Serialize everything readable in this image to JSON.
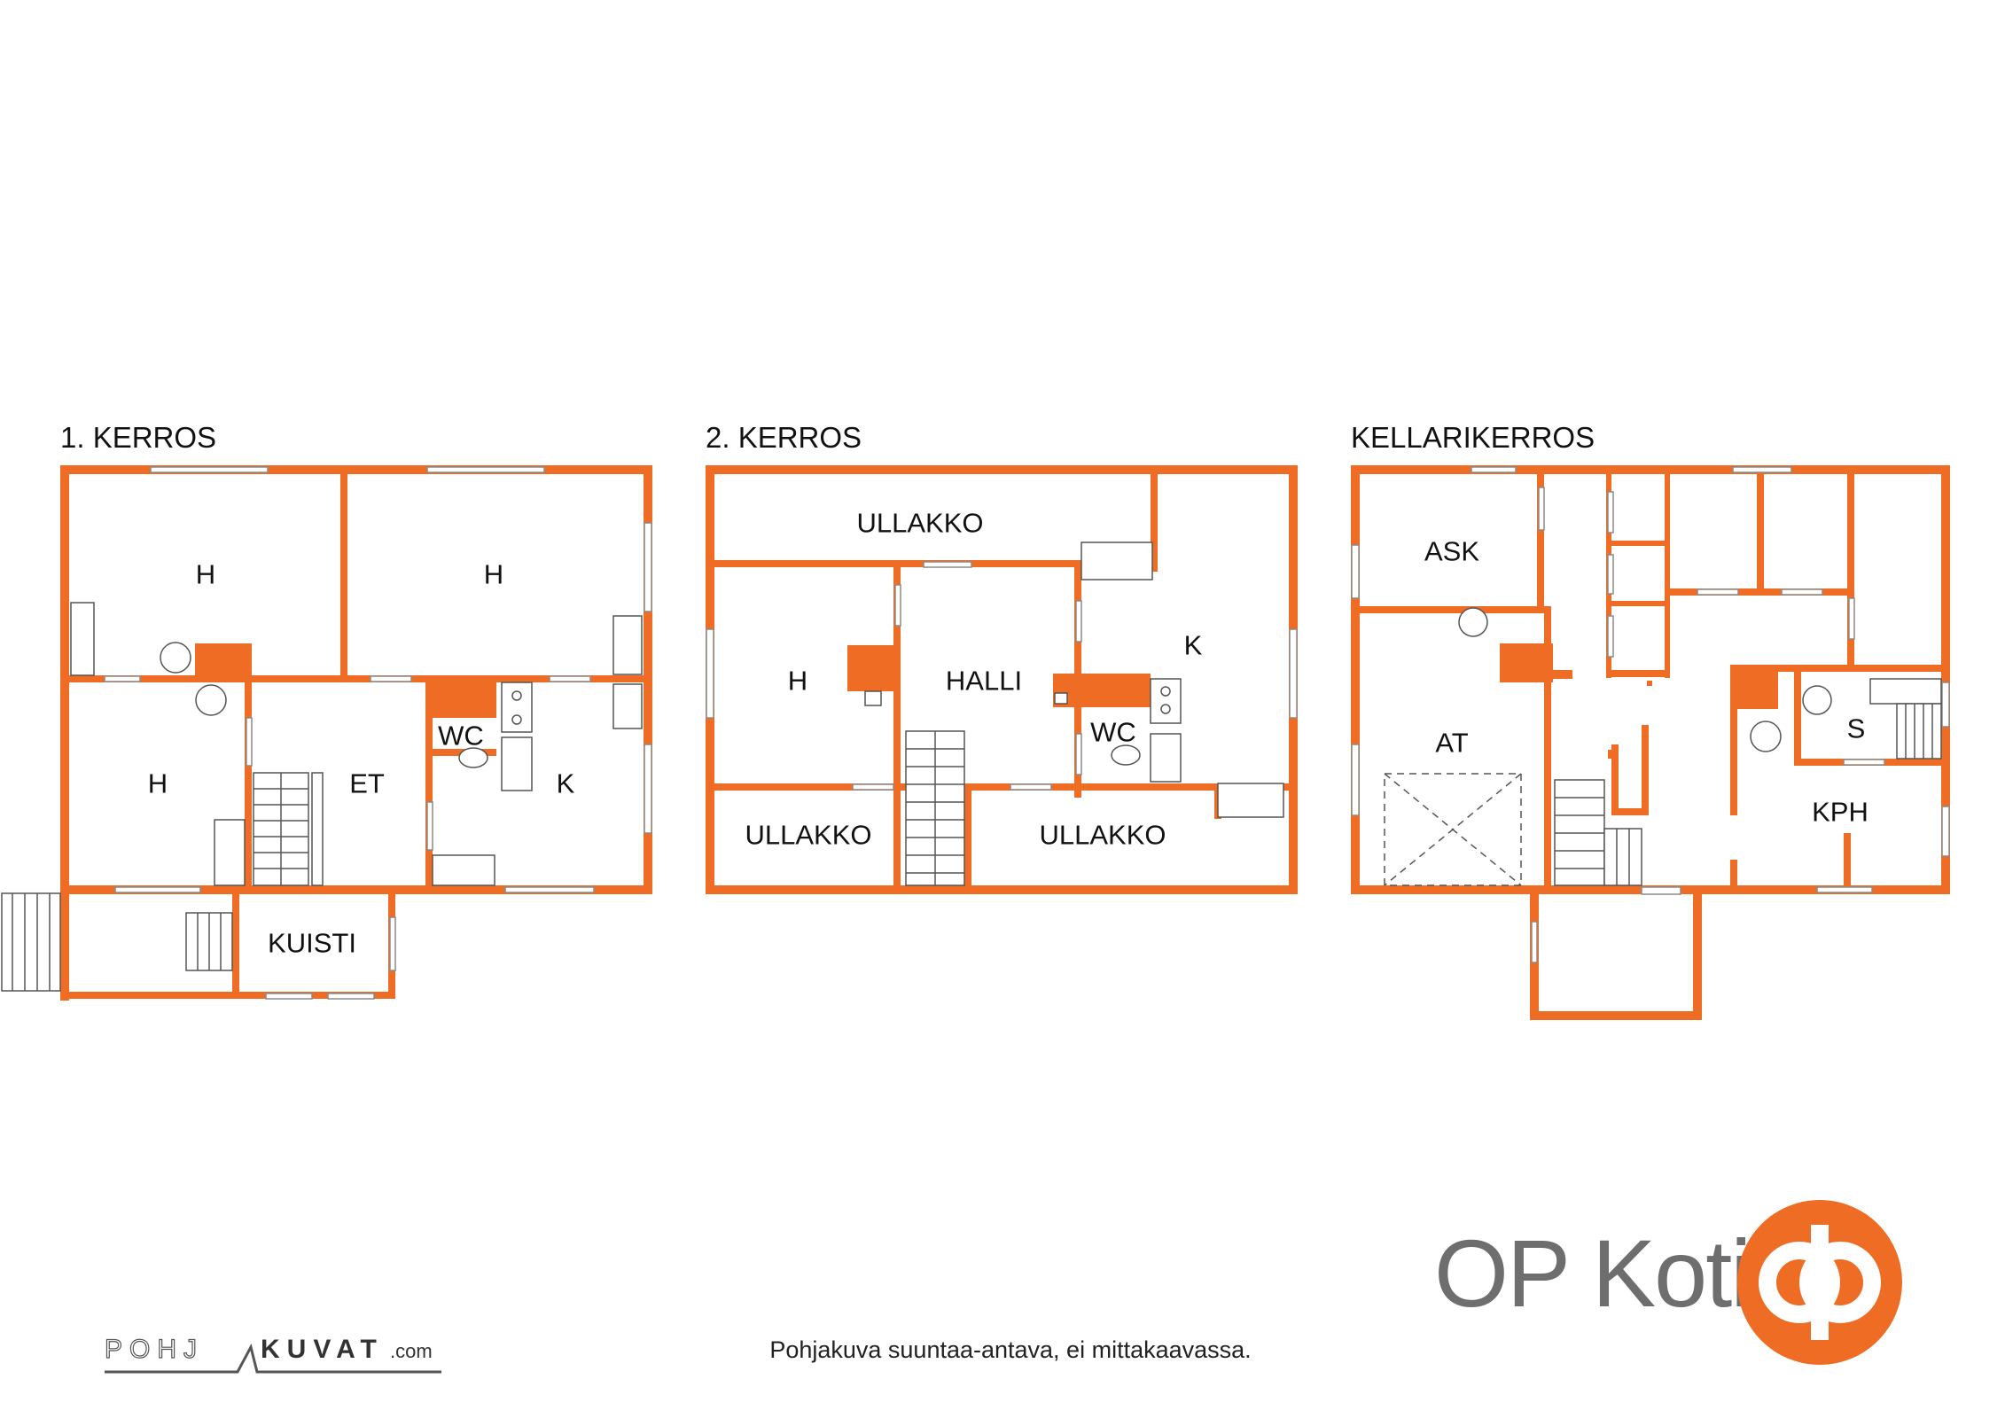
{
  "floors": [
    {
      "title": "1. KERROS",
      "rooms": [
        "H",
        "H",
        "H",
        "ET",
        "WC",
        "K",
        "KUISTI"
      ]
    },
    {
      "title": "2. KERROS",
      "rooms": [
        "ULLAKKO",
        "H",
        "HALLI",
        "K",
        "WC",
        "ULLAKKO",
        "ULLAKKO"
      ]
    },
    {
      "title": "KELLARIKERROS",
      "rooms": [
        "ASK",
        "AT",
        "S",
        "KPH"
      ]
    }
  ],
  "footer": {
    "note": "Pohjakuva suuntaa-antava, ei mittakaavassa.",
    "credit": "POHJAKUVAT.com",
    "brand": "OP Koti"
  },
  "colors": {
    "wall": "#ee6c24",
    "brand_text": "#6e6e6e",
    "logo": "#ee6c24"
  }
}
